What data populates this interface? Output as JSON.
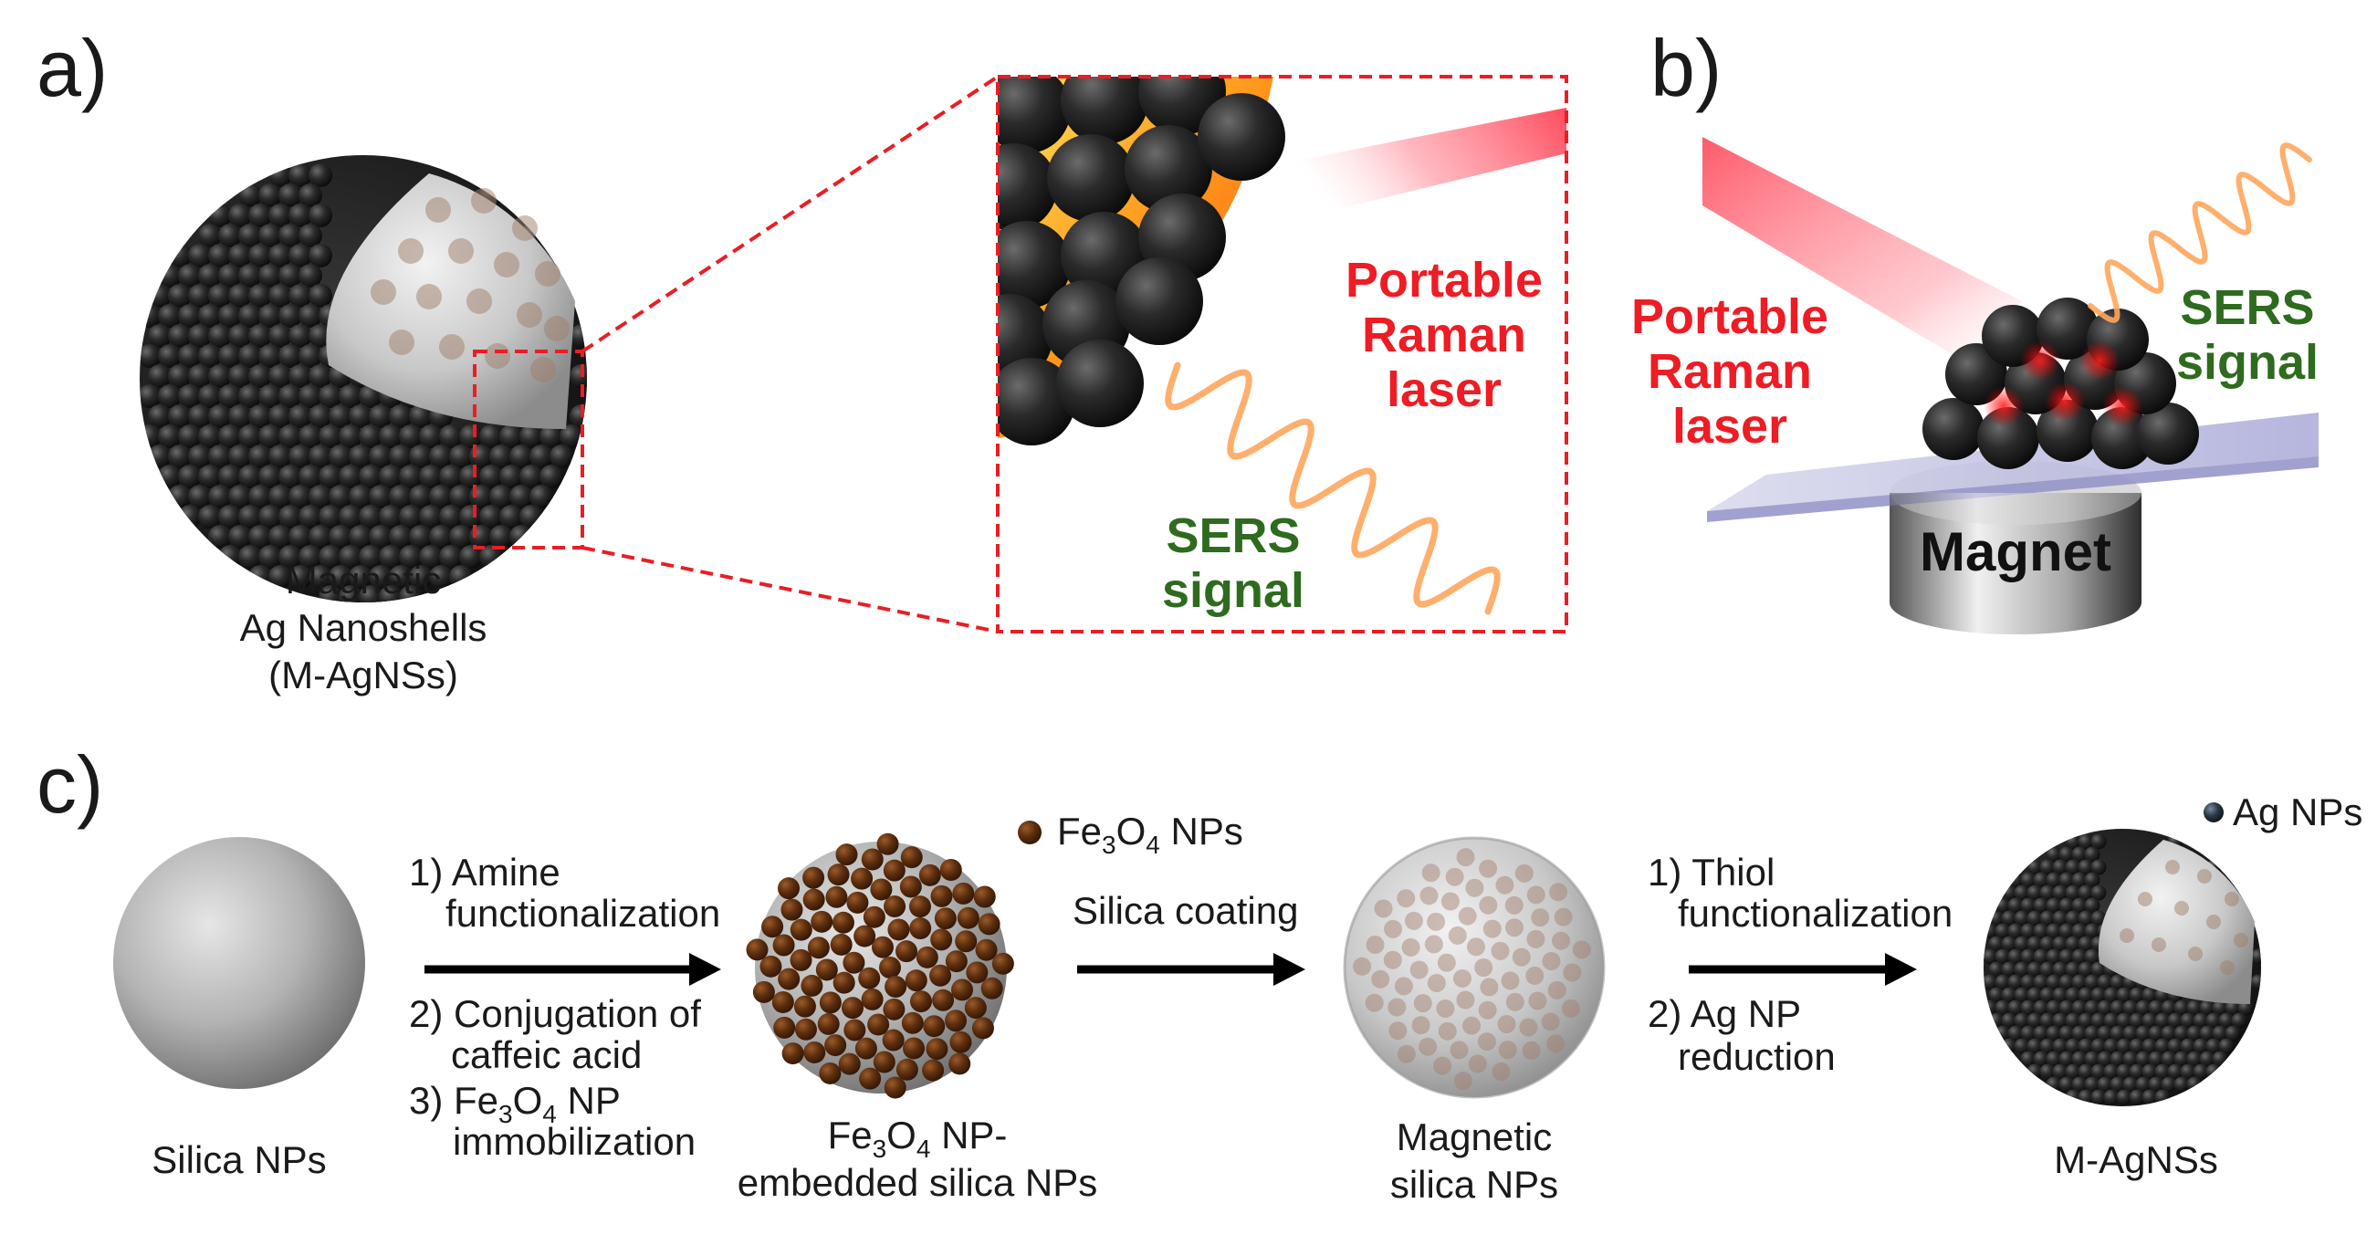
{
  "panel_a": {
    "label": "a)",
    "caption_line1": "Magnetic",
    "caption_line2": "Ag Nanoshells",
    "caption_line3": "(M-AgNSs)",
    "laser_line1": "Portable",
    "laser_line2": "Raman",
    "laser_line3": "laser",
    "signal_line1": "SERS",
    "signal_line2": "signal"
  },
  "panel_b": {
    "label": "b)",
    "laser_line1": "Portable",
    "laser_line2": "Raman",
    "laser_line3": "laser",
    "signal_line1": "SERS",
    "signal_line2": "signal",
    "magnet": "Magnet"
  },
  "panel_c": {
    "label": "c)",
    "stage1": "Silica NPs",
    "step1_line1": "1) Amine",
    "step1_line2": "functionalization",
    "step1_line3": "2) Conjugation of",
    "step1_line4": "caffeic acid",
    "step1_line5_prefix": "3) Fe",
    "step1_line5_sub1": "3",
    "step1_line5_mid": "O",
    "step1_line5_sub2": "4",
    "step1_line5_suffix": " NP",
    "step1_line6": "immobilization",
    "legend_fe_prefix": "Fe",
    "legend_fe_sub1": "3",
    "legend_fe_mid": "O",
    "legend_fe_sub2": "4",
    "legend_fe_suffix": " NPs",
    "stage2_line1_prefix": "Fe",
    "stage2_line1_sub1": "3",
    "stage2_line1_mid": "O",
    "stage2_line1_sub2": "4",
    "stage2_line1_suffix": " NP-",
    "stage2_line2": "embedded silica NPs",
    "step2": "Silica coating",
    "stage3_line1": "Magnetic",
    "stage3_line2": "silica NPs",
    "step3_line1": "1) Thiol",
    "step3_line2": "functionalization",
    "step3_line3": "2)  Ag NP",
    "step3_line4": "reduction",
    "legend_ag": "Ag NPs",
    "stage4": "M-AgNSs"
  }
}
